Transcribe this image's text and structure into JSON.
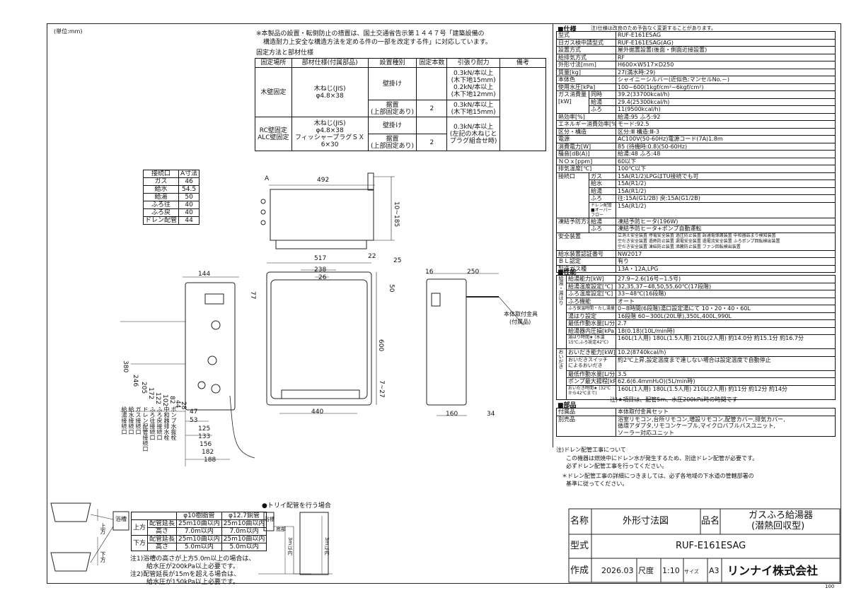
{
  "unit_note": "(単位:mm)",
  "notice": {
    "line1": "※本製品の設置・転倒防止の措置は、国土交通省告示第１４４７号「建築設備の",
    "line2": "構造耐力上安全な構造方法を定める件の一部を改定する件」に対応しています。"
  },
  "fix_table": {
    "caption": "固定方法と部材仕様",
    "headers": [
      "固定場所",
      "部材仕様(付属部品)",
      "設置種別",
      "固定本数",
      "引張り耐力",
      "備考"
    ],
    "wood_place": "木壁固定",
    "wood_member_1": "木ねじ(JIS)",
    "wood_member_2": "φ4.8×38",
    "wall": "壁掛け",
    "wood_wall_strength_1": "0.3kN/本以上",
    "wood_wall_strength_2": "(木下地15mm)",
    "wood_wall_strength_3": "0.2kN/本以上",
    "wood_wall_strength_4": "(木下地12mm)",
    "floor_1": "据置",
    "floor_2": "(上部固定あり)",
    "count": "2",
    "wood_floor_strength_1": "0.3kN/本以上",
    "wood_floor_strength_2": "(木下地15mm)",
    "rc_place_1": "RC壁固定",
    "rc_place_2": "ALC壁固定",
    "rc_member_1": "木ねじ(JIS)",
    "rc_member_2": "φ4.8×38",
    "rc_member_3": "フィッシャープラグＳＸ",
    "rc_member_4": "6×30",
    "rc_strength_1": "0.3kN/本以上",
    "rc_strength_2": "(左記の木ねじと",
    "rc_strength_3": "プラグ組合せ時)"
  },
  "conn_table": {
    "headers": [
      "接続口",
      "A寸法"
    ],
    "rows": [
      [
        "ガス",
        "46"
      ],
      [
        "給水",
        "54.5"
      ],
      [
        "給湯",
        "50"
      ],
      [
        "ふろ往",
        "40"
      ],
      [
        "ふろ戻",
        "40"
      ],
      [
        "ドレン配管",
        "44"
      ]
    ]
  },
  "dims": {
    "top_a": "A",
    "top_492": "492",
    "top_10_185": "10~185",
    "front_517": "517",
    "front_238": "238",
    "front_26": "26",
    "front_22": "22",
    "front_25": "25",
    "front_77": "77",
    "front_50": "50",
    "front_600": "600",
    "front_7_27": "7~27",
    "front_440": "440",
    "side_16": "16",
    "side_250": "250",
    "side_160": "160",
    "side_34": "34",
    "left_144": "144",
    "v_380": "380",
    "v_246": "246",
    "v_205": "205",
    "v_172": "172",
    "v_122": "122",
    "v_102": "102",
    "v_82": "82",
    "v_44": "44",
    "v_28": "28",
    "h_47": "47",
    "h_53": "53",
    "h_125": "125",
    "h_133": "133",
    "h_156": "156",
    "h_182": "182",
    "h_188": "188",
    "port_labels": [
      "給湯接続口",
      "給水接続口",
      "ガス接続口",
      "ドレン配管接続口",
      "ふろ往接続口",
      "ふろ戻接続口",
      "中和器排水栓",
      "ポンプ水抜栓"
    ],
    "bracket_1": "本体取付金具",
    "bracket_2": "(付属品)"
  },
  "spec": {
    "title": "■仕様",
    "note": "注)仕様は改良のため予告なく変更することがあります。",
    "rows": [
      [
        "型式",
        "RUF-E161ESAG"
      ],
      [
        "日ガス検中請型式",
        "RUF-E161ESAG(AG)"
      ],
      [
        "設置方式",
        "屋外据置設置(後面・側面近接設置)"
      ],
      [
        "給排気方式",
        "RF"
      ],
      [
        "外形寸法[mm]",
        "H600×W517×D250"
      ],
      [
        "質量[kg]",
        "27(満水時:29)"
      ],
      [
        "本体色",
        "シャイニーシルバー(近似色:マンセルNo.－)"
      ],
      [
        "使用水圧[kPa]",
        "100~600(1kgf/cm²~6kgf/cm²)"
      ]
    ],
    "gas_label": "ガス消費量[kW]",
    "gas_rows": [
      [
        "同時",
        "39.2(33700kcal/h)"
      ],
      [
        "給湯",
        "29.4(25300kcal/h)"
      ],
      [
        "ふろ",
        "11(9500kcal/h)"
      ]
    ],
    "rows2": [
      [
        "熱効率[%]",
        "給湯:95 ふろ:92"
      ],
      [
        "エネルギー消費効率[%]",
        "モード:92.5"
      ],
      [
        "区分・構造",
        "区分:Ⅲ 構造:Ⅲ-3"
      ],
      [
        "電源",
        "AC100V(50-60Hz)電源コード(7A)1.8m"
      ],
      [
        "消費電力[W]",
        "85 (待機時:0.8)(50-60Hz)"
      ],
      [
        "騒音[dB(A)]",
        "給湯:48 ふろ:48"
      ],
      [
        "ＮＯｘ[ppm]",
        "60以下"
      ],
      [
        "排気温度[℃]",
        "100℃以下"
      ]
    ],
    "conn_label": "接続口",
    "conn_rows": [
      [
        "ガス",
        "15A(R1/2)LPGはTU接続でも可"
      ],
      [
        "給水",
        "15A(R1/2)"
      ],
      [
        "給湯",
        "15A(R1/2)"
      ],
      [
        "ふろ",
        "往:15A(G1/2B) 戻:15A(G1/2B)"
      ],
      [
        "ドレン配管 ■オーバーフロー",
        "15A(R1/2)"
      ]
    ],
    "freeze_label": "凍結予防方法",
    "freeze_rows": [
      [
        "給湯",
        "凍結予防ヒータ(196W)"
      ],
      [
        "ふろ",
        "凍結予防ヒータ+ポンプ自動運転"
      ]
    ],
    "safety_label": "安全装置",
    "safety_1": "立消え安全装置 停電安全装置 過圧防止装置 誤通電保護装置 中和器詰まり検知装置",
    "safety_2": "空だき安全装置 過熱防止装置 漏電安全装置 過電流安全装置 ふろポンプ回転検出装置",
    "safety_3": "空だき安全装置 凍結防止装置 沸騰防止装置 ファン回転検出装置",
    "rows3": [
      [
        "給水装置認証番号",
        "NW2017"
      ],
      [
        "ＢＬ認定",
        "有り"
      ],
      [
        "製造ガス種",
        "13A・12A,LPG"
      ]
    ]
  },
  "perf": {
    "title": "■性能",
    "rows": [
      [
        "給湯能力[kW]",
        "27.9~2.6(16号~1.5号)"
      ],
      [
        "給湯温度設定[℃]",
        "32,35,37~48,50,55,60℃(17段階)"
      ],
      [
        "ふろ温度設定[℃]",
        "33~48℃(16段階)"
      ],
      [
        "ふろ機能",
        "オート"
      ],
      [
        "ふろ保温時間・たし湯量",
        "0~8時間(6段階)湯口設定湯にて 10・20・40・60L"
      ],
      [
        "湯はり設定",
        "16段階 60~300L(20L単),350L,400L,990L"
      ],
      [
        "最低作動水量[L/分]",
        "2.7"
      ],
      [
        "給湯器内圧損[kPa]",
        "18(0.18)(10L/min時)"
      ],
      [
        "湯はり時間★ (水温15℃,ふろ設定42℃)",
        "160L(1人用) 180L(1.5人用) 210L(2人用) 約14.0分 約15.1分 約16.7分"
      ],
      [
        "おいだき能力[kW]",
        "10.2(8740kcal/h)"
      ],
      [
        "おいだきスイッチ によるおいだき",
        "約2℃上昇,設定温度まで達しない場合は設定温度で自動停止"
      ],
      [
        "最低作動水量[L/分]",
        "3.5"
      ],
      [
        "ポンプ最大揚程[kPa]",
        "62.6(6.4mmH₂O)(5L/min時)"
      ],
      [
        "おいだき時間★ (32℃から42℃まで)",
        "160L(1人用) 180L(1.5人用) 210L(2人用) 約11分 約12分 約14分"
      ]
    ],
    "side_1": "給湯・湯はり",
    "side_2": "おいだき",
    "footnote": "注)★項目は、配管5m、水圧200kPa時の時間です"
  },
  "parts": {
    "title": "■部品",
    "accessory_label": "付属品",
    "accessory": "本体取付金具セット",
    "option_label": "別売品",
    "option_1": "浴室リモコン,台所リモコン,増設リモコン,配管カバー,排気カバー,",
    "option_2": "循環アダプタ,リモコンケーブル,マイクロバブルバスユニット,",
    "option_3": "ソーラー対応ユニット"
  },
  "drain_note": {
    "l1": "注)ドレン配管工事について",
    "l2": "この機器は燃焼中にドレン水が発生するため、別途ドレン配管が必要です。",
    "l3": "必ずドレン配管工事を行ってください。",
    "l4": "＊ドレン配管工事の詳細につきましては、必ず各地域の下水道の管轄部署の",
    "l5": "基準に従ってください。"
  },
  "bath": {
    "upper": "上方",
    "lower": "下方",
    "headers": [
      "",
      "",
      "φ10樹脂管",
      "φ12.7銅管"
    ],
    "up_label_1": "配管延長",
    "up_label_2": "高さ",
    "up_r1": "25m10曲以内",
    "up_r2": "7.0m以内",
    "lo_r2": "5.0m以内",
    "note1": "注1)浴槽の高さが上方5.0m以上の場合は、",
    "note1b": "給水圧が200kPa以上必要です。",
    "note2": "注2)配管延長が15mを超える場合は、",
    "note2b": "給水圧が150kPa以上必要です。",
    "tub": "浴槽",
    "trap_title": "●トリイ配管を行う場合",
    "bottom": "底部",
    "m3_a": "3m以内",
    "m3_b": "3m以内"
  },
  "title_block": {
    "name_label": "名称",
    "name_value": "外形寸法図",
    "product_label": "品名",
    "product_1": "ガスふろ給湯器",
    "product_2": "(潜熱回収型)",
    "model_label": "型式",
    "model_value": "RUF-E161ESAG",
    "made_label": "作成",
    "made_value": "2026.03",
    "scale_label": "尺度",
    "scale_value": "1:10",
    "size_label": "サイズ",
    "size_value": "A3",
    "company": "リンナイ株式会社",
    "page_code": "100"
  }
}
